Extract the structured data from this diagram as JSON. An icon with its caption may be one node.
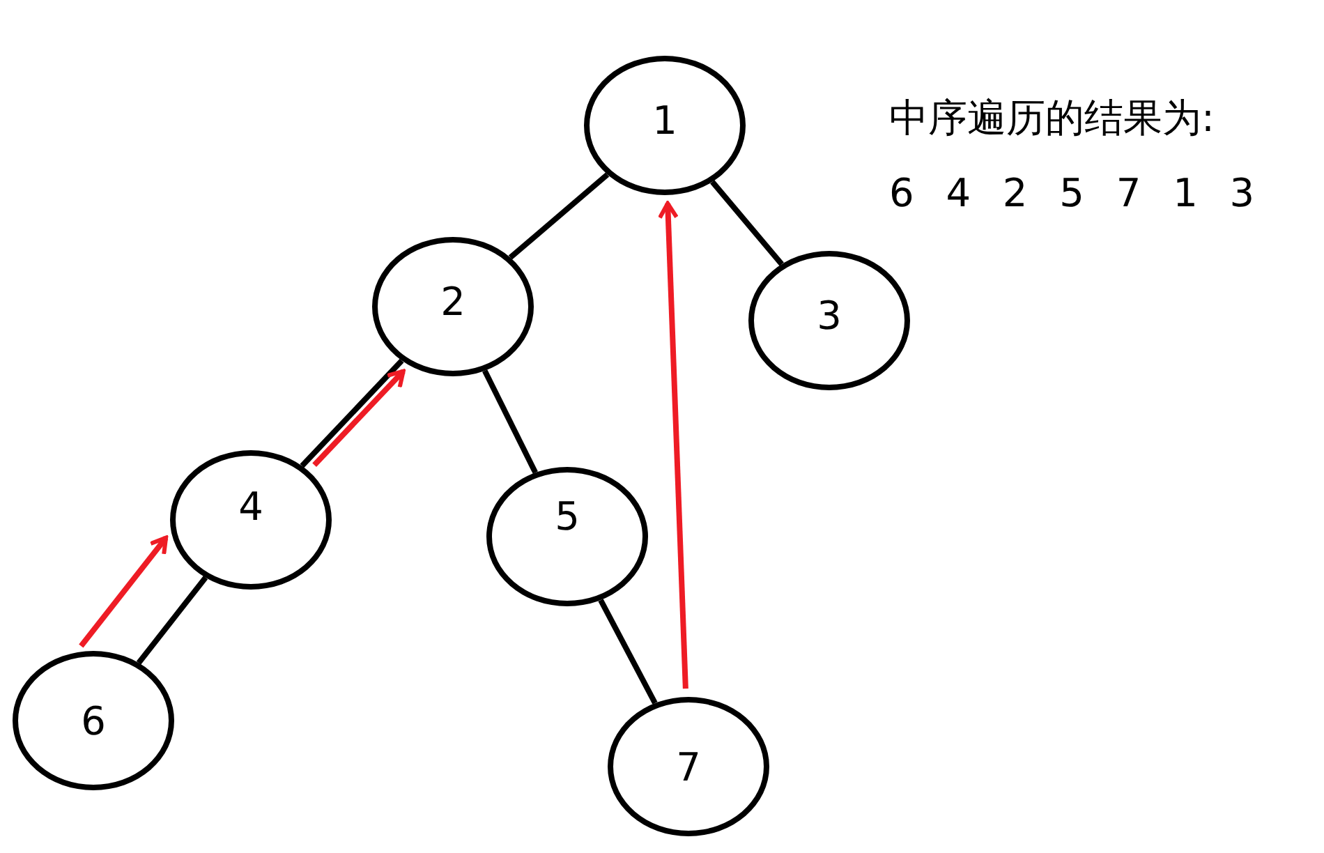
{
  "diagram": {
    "nodes": [
      {
        "text": [
          "1"
        ]
      },
      {
        "text": [
          "2"
        ]
      },
      {
        "text": [
          "3"
        ]
      },
      {
        "text": [
          "4"
        ]
      },
      {
        "text": [
          "5"
        ]
      },
      {
        "text": [
          "6"
        ]
      },
      {
        "text": [
          "7"
        ]
      }
    ],
    "edges": [
      {
        "from": 0,
        "to": 1,
        "arrow": "none"
      },
      {
        "from": 0,
        "to": 2,
        "arrow": "none"
      },
      {
        "from": 1,
        "to": 3,
        "arrow": "none"
      },
      {
        "from": 1,
        "to": 4,
        "arrow": "none"
      },
      {
        "from": 3,
        "to": 5,
        "arrow": "none"
      },
      {
        "from": 4,
        "to": 6,
        "arrow": "none"
      },
      {
        "from": 5,
        "to": 3,
        "arrow": "to",
        "color": "#ee1c25"
      },
      {
        "from": 3,
        "to": 1,
        "arrow": "to",
        "color": "#ee1c25"
      },
      {
        "from": 6,
        "to": 0,
        "arrow": "to",
        "color": "#ee1c25"
      }
    ],
    "labels": [
      "中序遍历的结果为:",
      "6 4 2 5 7 1 3"
    ]
  }
}
